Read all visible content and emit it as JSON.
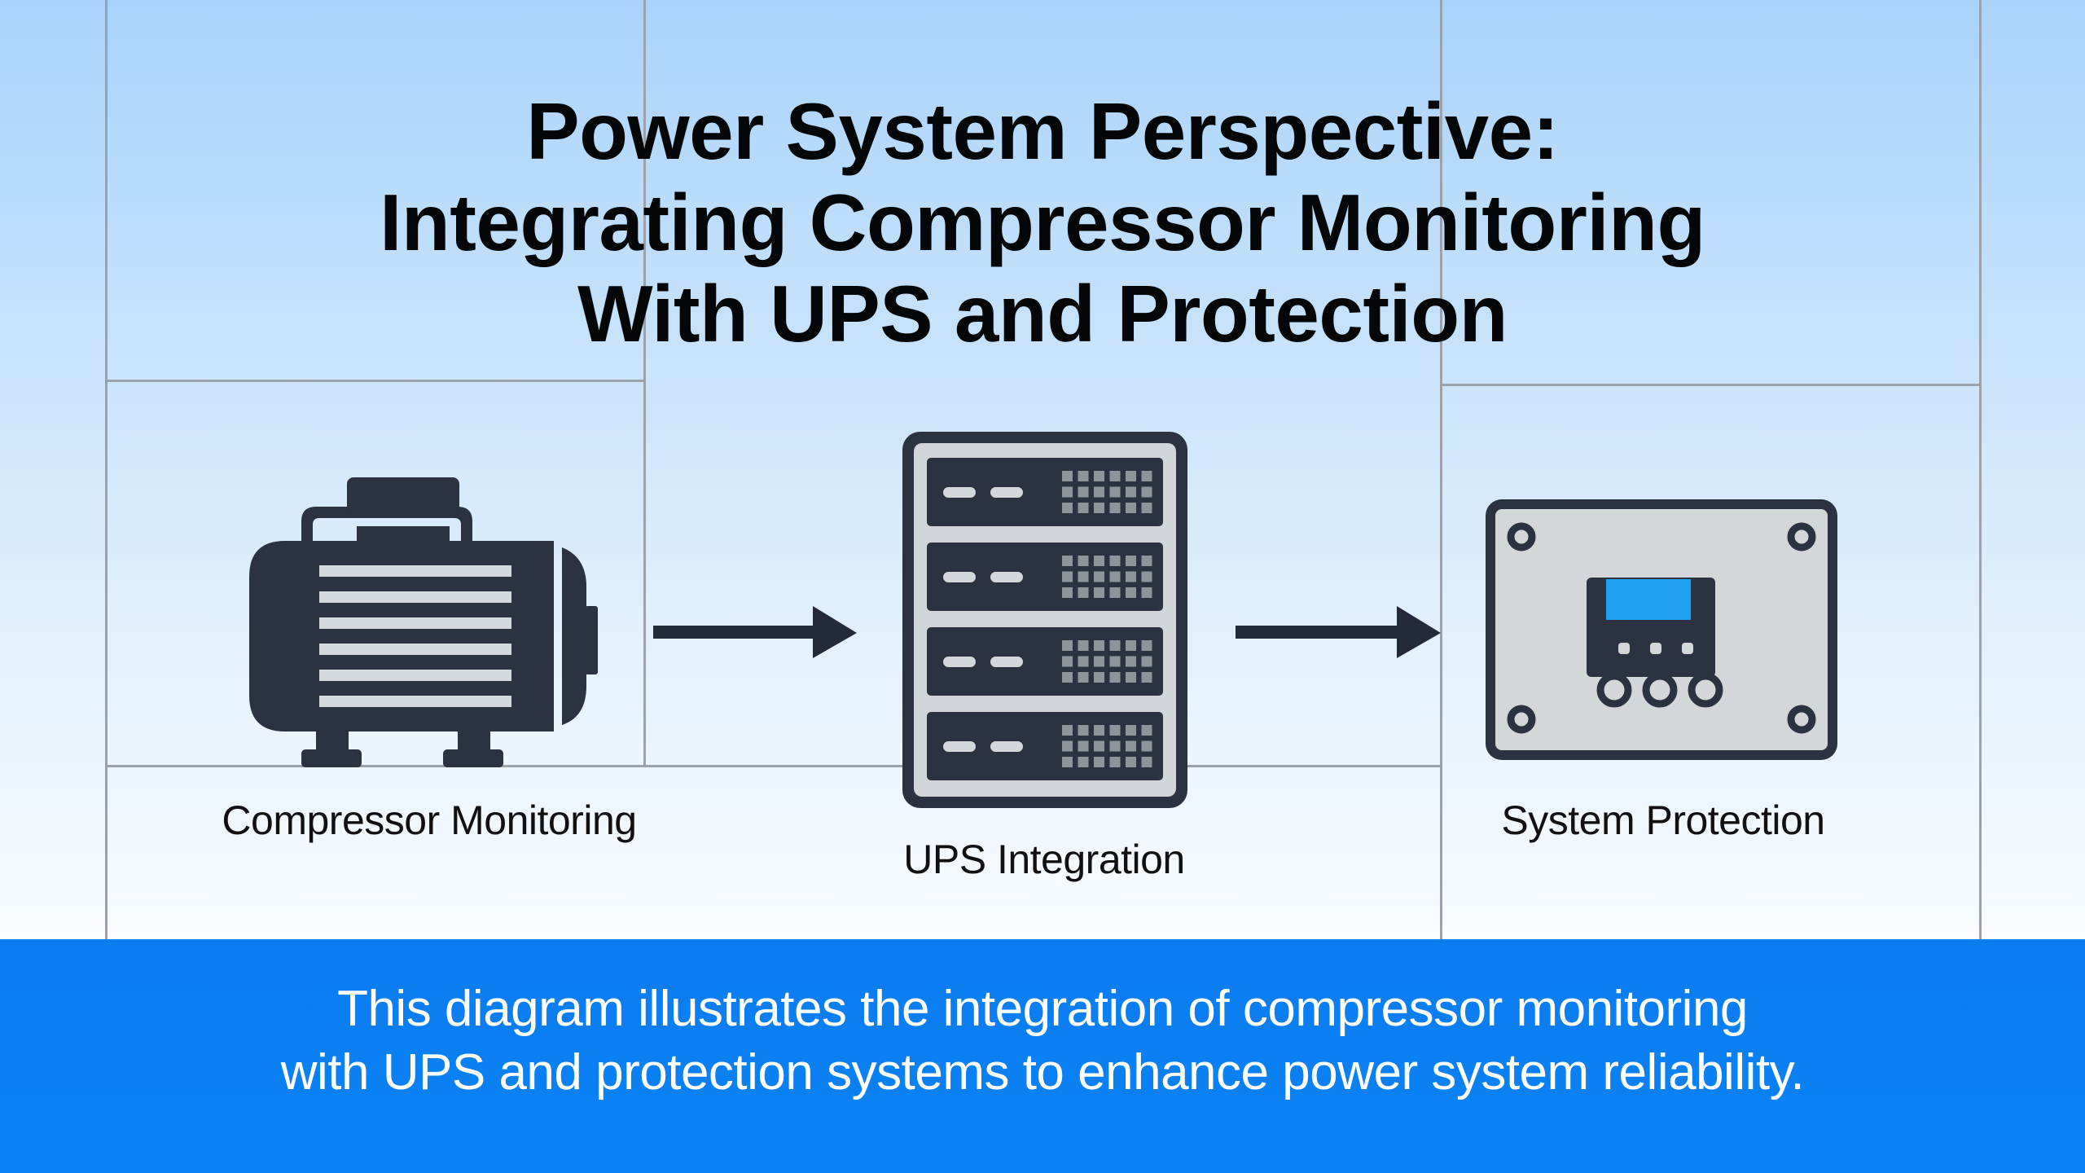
{
  "title": {
    "lines": [
      "Power System Perspective:",
      "Integrating Compressor Monitoring",
      "With UPS and Protection"
    ]
  },
  "nodes": [
    {
      "id": "compressor",
      "label": "Compressor Monitoring",
      "icon": "compressor-icon"
    },
    {
      "id": "ups",
      "label": "UPS Integration",
      "icon": "ups-server-rack-icon"
    },
    {
      "id": "protection",
      "label": "System Protection",
      "icon": "protection-panel-icon"
    }
  ],
  "edges": [
    {
      "from": "compressor",
      "to": "ups",
      "icon": "arrow-right-icon"
    },
    {
      "from": "ups",
      "to": "protection",
      "icon": "arrow-right-icon"
    }
  ],
  "caption": {
    "lines": [
      "This diagram illustrates the integration of compressor monitoring",
      "with UPS and protection systems to enhance power system reliability."
    ]
  },
  "colors": {
    "icon_dark": "#2b3342",
    "icon_light": "#d5d8dc",
    "screen_blue": "#1fa3f0",
    "band_blue": "#0a80f2",
    "grid_line": "#9aa3ad"
  }
}
